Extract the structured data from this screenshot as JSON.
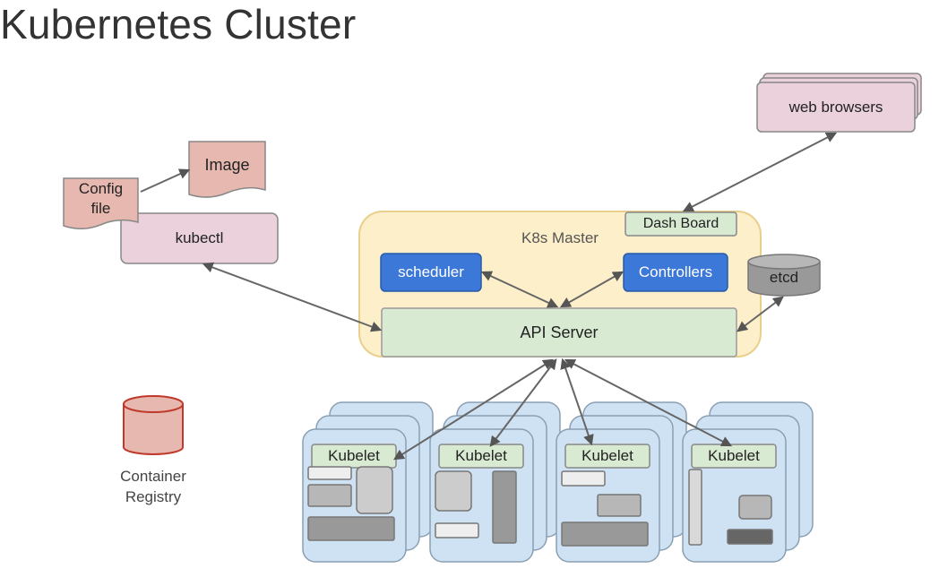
{
  "title": "Kubernetes Cluster",
  "master": {
    "label": "K8s Master",
    "dashboard": "Dash Board",
    "scheduler": "scheduler",
    "controllers": "Controllers",
    "api_server": "API Server"
  },
  "etcd": "etcd",
  "web_browsers": "web browsers",
  "kubectl": "kubectl",
  "config_file": [
    "Config",
    "file"
  ],
  "image": "Image",
  "registry": [
    "Container",
    "Registry"
  ],
  "nodes": [
    {
      "kubelet": "Kubelet"
    },
    {
      "kubelet": "Kubelet"
    },
    {
      "kubelet": "Kubelet"
    },
    {
      "kubelet": "Kubelet"
    }
  ],
  "colors": {
    "master_fill": "#fdefc9",
    "master_stroke": "#e8cf8c",
    "api_fill": "#d9ead3",
    "blue": "#3c78d8",
    "pink": "#ead1dc",
    "salmon": "#e6b8af",
    "node_fill": "#cfe2f3",
    "gray": "#999999",
    "arrow": "#666666"
  }
}
